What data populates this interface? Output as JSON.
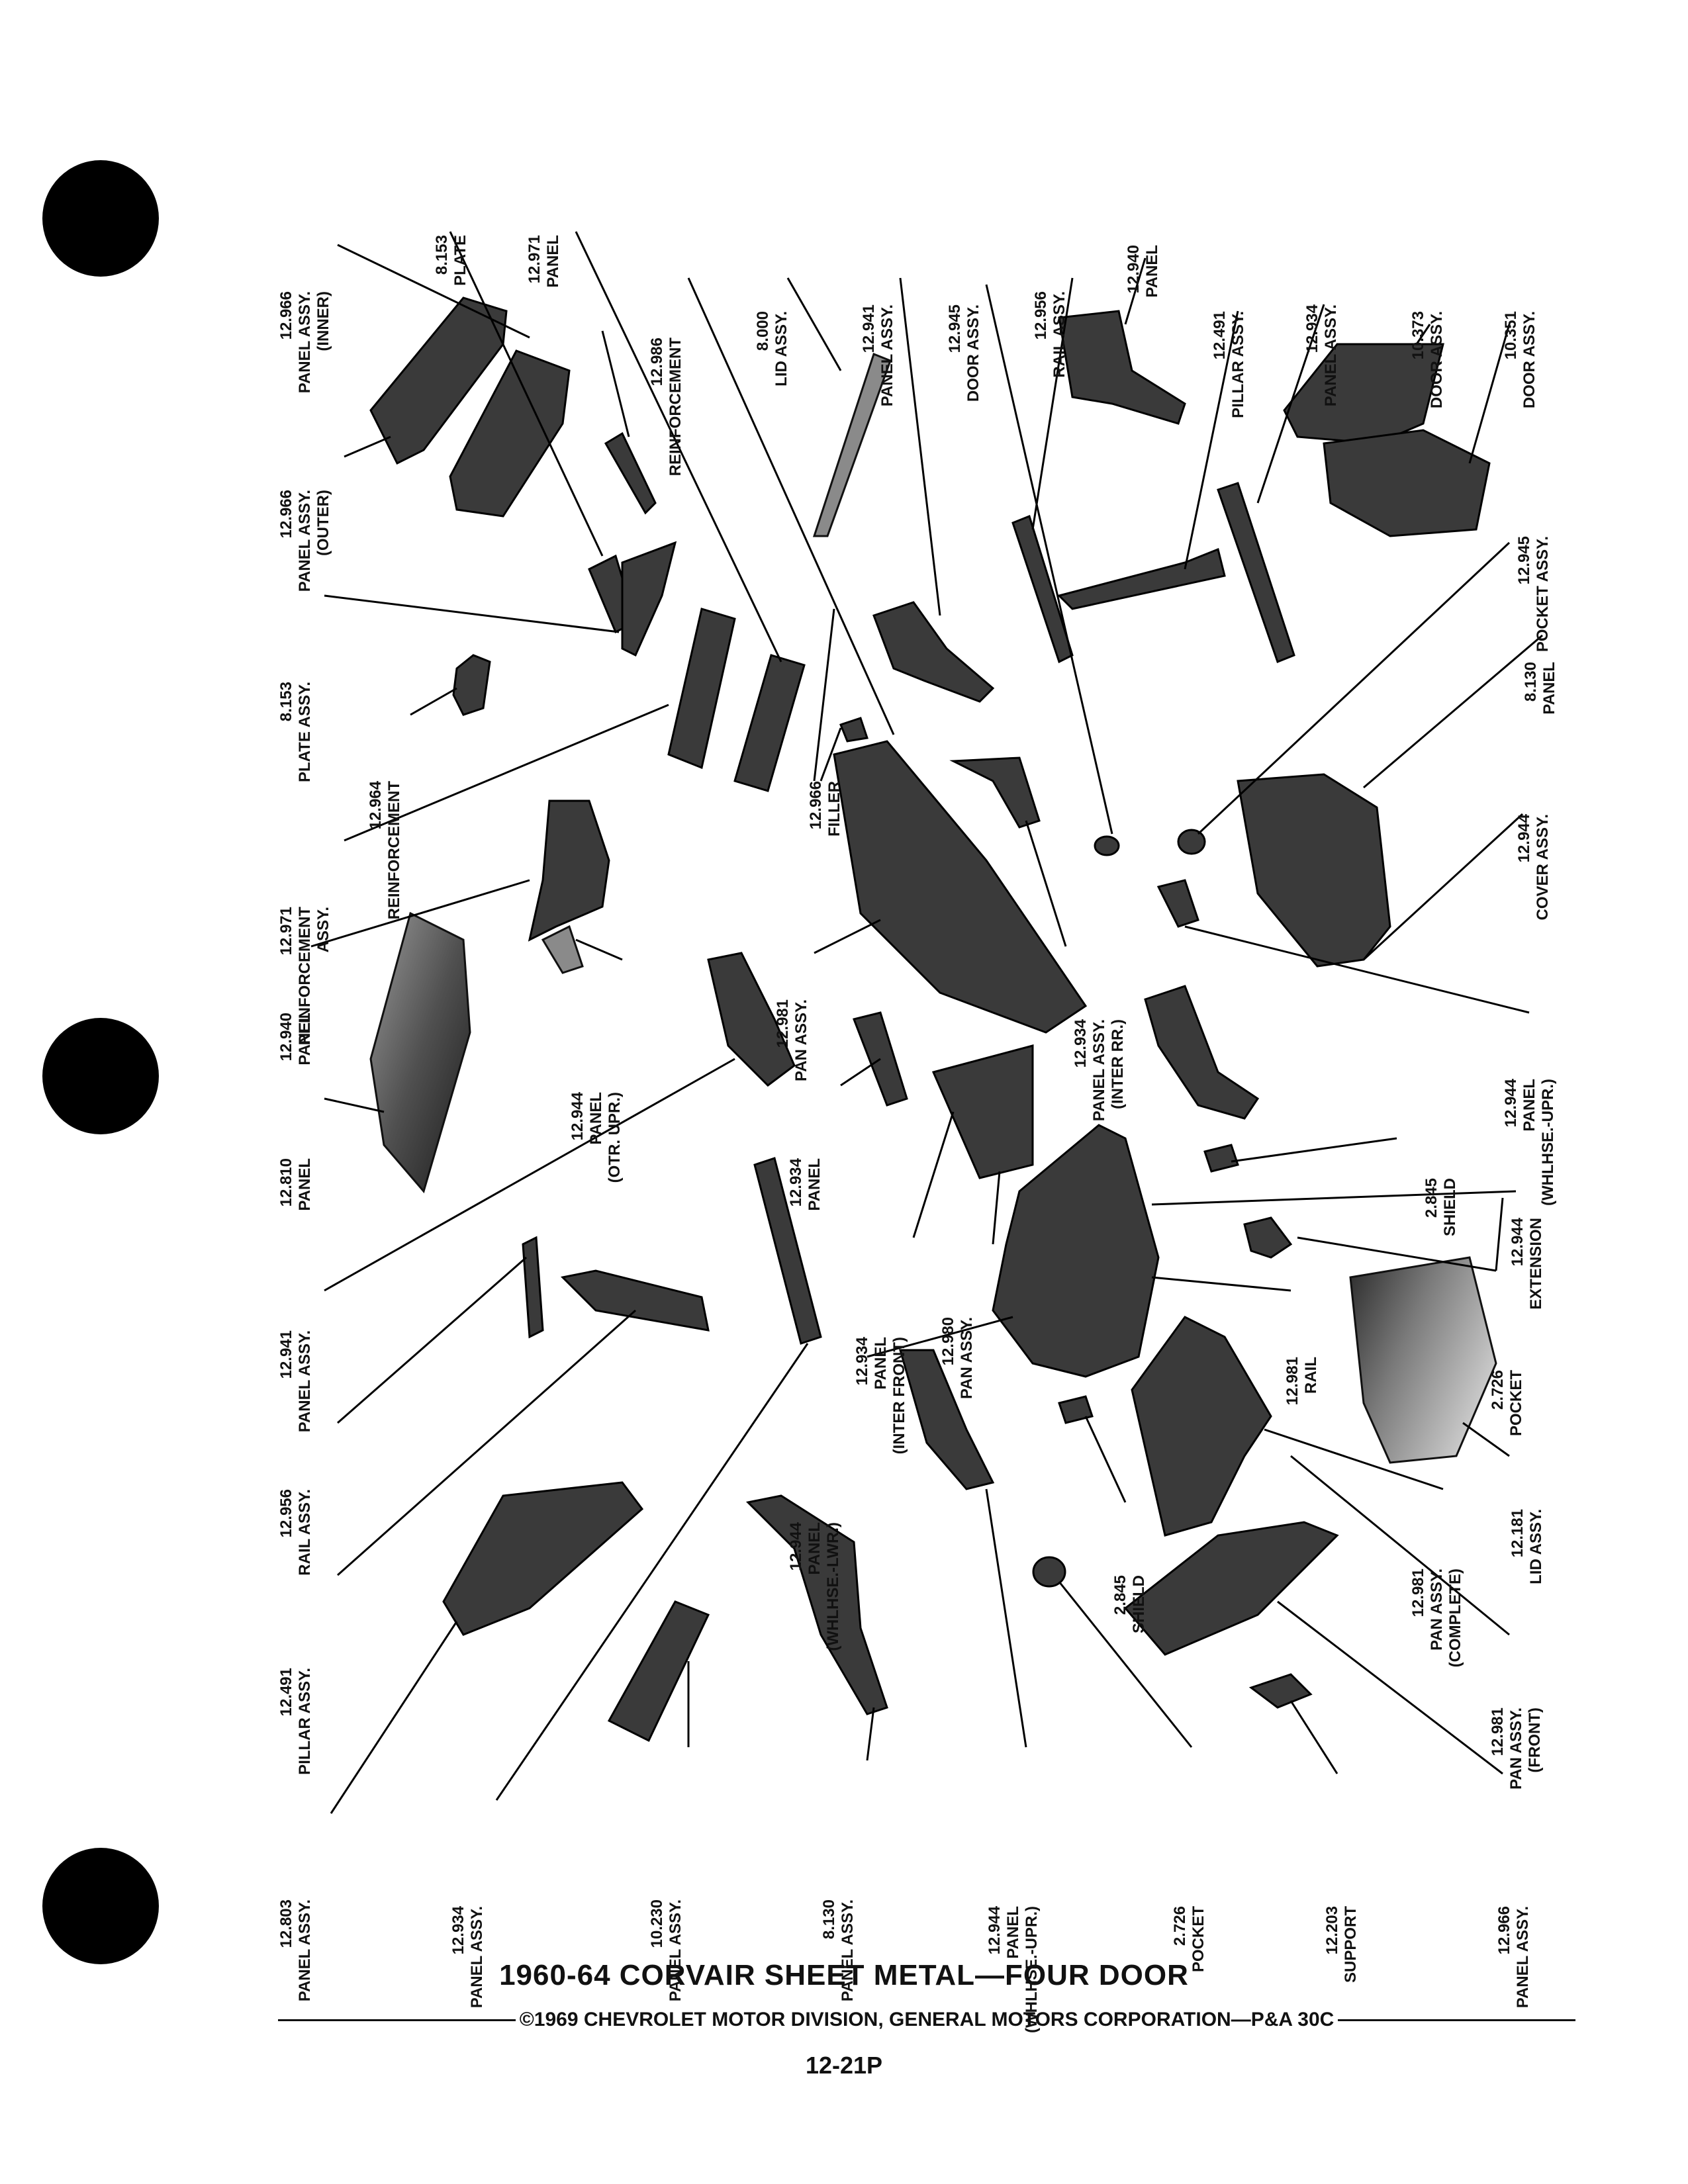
{
  "labels": {
    "l1": [
      "12.966",
      "PANEL ASSY.",
      "(INNER)"
    ],
    "l2": [
      "8.153",
      "PLATE"
    ],
    "l3": [
      "12.971",
      "PANEL"
    ],
    "l4": [
      "12.986",
      "REINFORCEMENT"
    ],
    "l5": [
      "8.000",
      "LID ASSY."
    ],
    "l6": [
      "12.941",
      "PANEL ASSY."
    ],
    "l7": [
      "12.945",
      "DOOR ASSY."
    ],
    "l8": [
      "12.956",
      "RAIL ASSY."
    ],
    "l9": [
      "12.940",
      "PANEL"
    ],
    "l10": [
      "12.491",
      "PILLAR ASSY."
    ],
    "l11": [
      "12.934",
      "PANEL ASSY."
    ],
    "l12": [
      "10.373",
      "DOOR ASSY."
    ],
    "l13": [
      "10.351",
      "DOOR ASSY."
    ],
    "l14": [
      "12.966",
      "PANEL ASSY.",
      "(OUTER)"
    ],
    "l15": [
      "8.153",
      "PLATE ASSY."
    ],
    "l16": [
      "12.964",
      "REINFORCEMENT"
    ],
    "l17": [
      "12.966",
      "FILLER"
    ],
    "l18": [
      "12.971",
      "REINFORCEMENT",
      "ASSY."
    ],
    "l19": [
      "12.945",
      "POCKET ASSY."
    ],
    "l20": [
      "8.130",
      "PANEL"
    ],
    "l21": [
      "12.944",
      "COVER ASSY."
    ],
    "l22": [
      "12.934",
      "PANEL ASSY.",
      "(INTER RR.)"
    ],
    "l23": [
      "12.981",
      "PAN ASSY."
    ],
    "l24": [
      "12.940",
      "PANEL"
    ],
    "l25": [
      "12.944",
      "PANEL",
      "(OTR. UPR.)"
    ],
    "l26": [
      "12.944",
      "PANEL",
      "(WHLHSE.-UPR.)"
    ],
    "l27": [
      "12.810",
      "PANEL"
    ],
    "l28": [
      "12.934",
      "PANEL"
    ],
    "l29": [
      "2.845",
      "SHIELD"
    ],
    "l30": [
      "12.944",
      "EXTENSION"
    ],
    "l31": [
      "12.941",
      "PANEL ASSY."
    ],
    "l32": [
      "12.934",
      "PANEL",
      "(INTER FRONT)"
    ],
    "l33": [
      "12.980",
      "PAN ASSY."
    ],
    "l34": [
      "12.981",
      "RAIL"
    ],
    "l35": [
      "2.726",
      "POCKET"
    ],
    "l36": [
      "12.956",
      "RAIL ASSY."
    ],
    "l37": [
      "12.944",
      "PANEL",
      "(WHLHSE.-LWR.)"
    ],
    "l38": [
      "12.181",
      "LID ASSY."
    ],
    "l39": [
      "2.845",
      "SHIELD"
    ],
    "l40": [
      "12.981",
      "PAN ASSY.",
      "(COMPLETE)"
    ],
    "l41": [
      "12.491",
      "PILLAR ASSY."
    ],
    "l42": [
      "12.981",
      "PAN ASSY.",
      "(FRONT)"
    ],
    "l43": [
      "12.803",
      "PANEL ASSY."
    ],
    "l44": [
      "12.934",
      "PANEL ASSY."
    ],
    "l45": [
      "10.230",
      "PANEL ASSY."
    ],
    "l46": [
      "8.130",
      "PANEL ASSY."
    ],
    "l47": [
      "12.944",
      "PANEL",
      "(WHLHSE.-UPR.)"
    ],
    "l48": [
      "2.726",
      "POCKET"
    ],
    "l49": [
      "12.203",
      "SUPPORT"
    ],
    "l50": [
      "12.966",
      "PANEL ASSY."
    ]
  },
  "title": "1960-64 CORVAIR SHEET METAL—FOUR DOOR",
  "copyright": "©1969 CHEVROLET MOTOR DIVISION, GENERAL MOTORS CORPORATION—P&A 30C",
  "page_number": "12-21P"
}
